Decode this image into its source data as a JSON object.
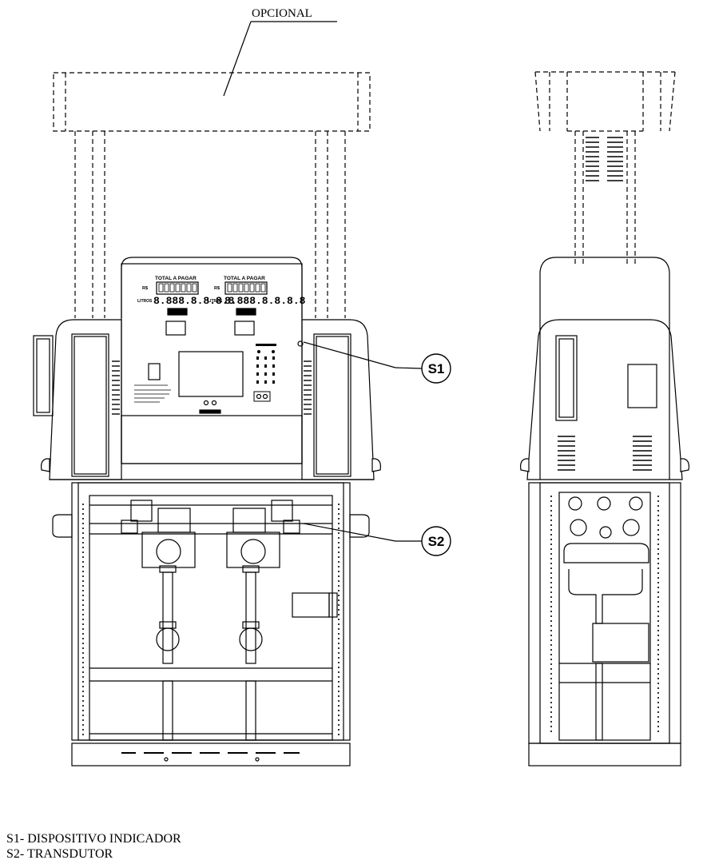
{
  "optional_label": "OPCIONAL",
  "callouts": {
    "s1": "S1",
    "s2": "S2"
  },
  "panel": {
    "total_label": "TOTAL A PAGAR",
    "currency_label": "R$",
    "liters_label": "LITROS",
    "digits": "8.888.8.8.8.8"
  },
  "legend": {
    "s1_text": "S1- DISPOSITIVO INDICADOR",
    "s2_text": "S2- TRANSDUTOR"
  }
}
